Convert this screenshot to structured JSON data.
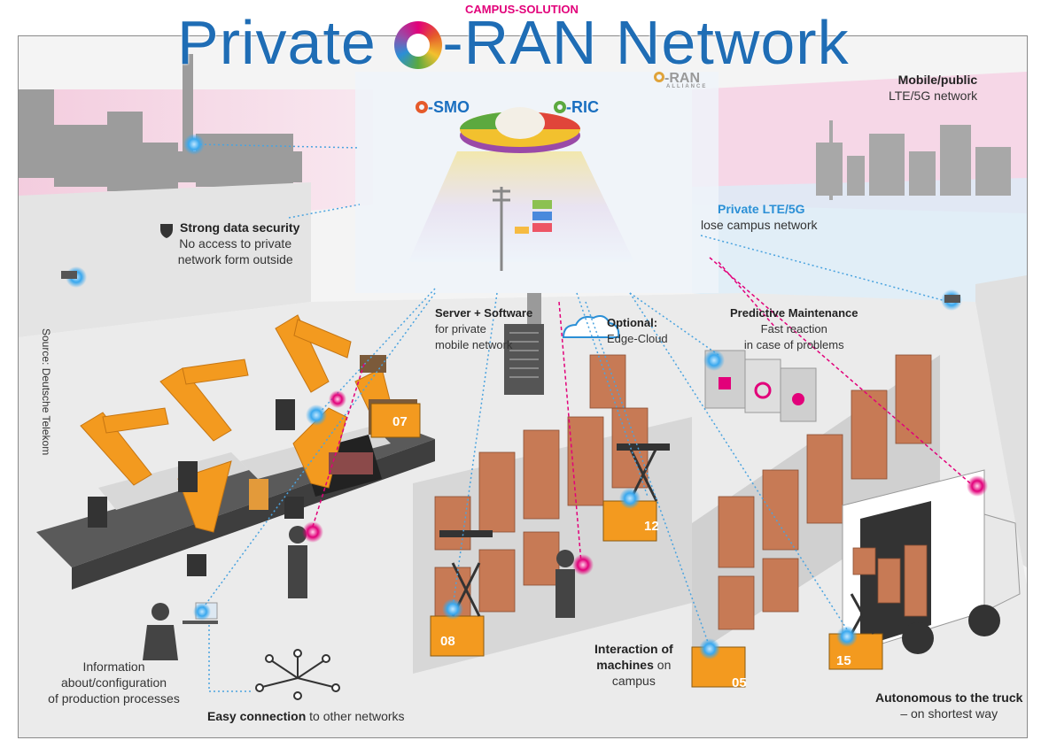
{
  "title": {
    "prefix": "Private",
    "logo_letter": "O",
    "suffix": "-RAN Network"
  },
  "campus_label": "CAMPUS-SOLUTION",
  "oran_alliance": {
    "logo_text": "-RAN",
    "sub": "ALLIANCE"
  },
  "core": {
    "smo": "-SMO",
    "ric": "-RIC"
  },
  "labels": {
    "mobile_public_bold": "Mobile/public",
    "mobile_public_rest": "LTE/5G network",
    "private_lte_bold": "Private LTE/5G",
    "private_lte_rest": "lose campus network",
    "security_bold": "Strong data security",
    "security_rest_1": "No access to private",
    "security_rest_2": "network form outside",
    "server_bold": "Server + Software",
    "server_rest_1": "for private",
    "server_rest_2": "mobile network",
    "edge_bold": "Optional:",
    "edge_rest": "Edge-Cloud",
    "maintenance_bold": "Predictive Maintenance",
    "maintenance_rest_1": "Fast reaction",
    "maintenance_rest_2": "in case of problems",
    "interaction_bold_1": "Interaction of",
    "interaction_bold_2": "machines",
    "interaction_rest": "on",
    "interaction_rest_2": "campus",
    "info_1": "Information",
    "info_2": "about/configuration",
    "info_3": "of production processes",
    "easy_bold": "Easy connection",
    "easy_rest": "to other networks",
    "truck_bold": "Autonomous to the truck",
    "truck_rest": "– on shortest way",
    "source": "Source: Deutsche Telekom"
  },
  "robot_numbers": [
    "08",
    "12",
    "05",
    "15",
    "07"
  ],
  "colors": {
    "title_blue": "#1f6db5",
    "magenta": "#e2007a",
    "orange_robot": "#f39a1f",
    "box_brown": "#c77a55",
    "link_blue": "#4aa3df"
  }
}
